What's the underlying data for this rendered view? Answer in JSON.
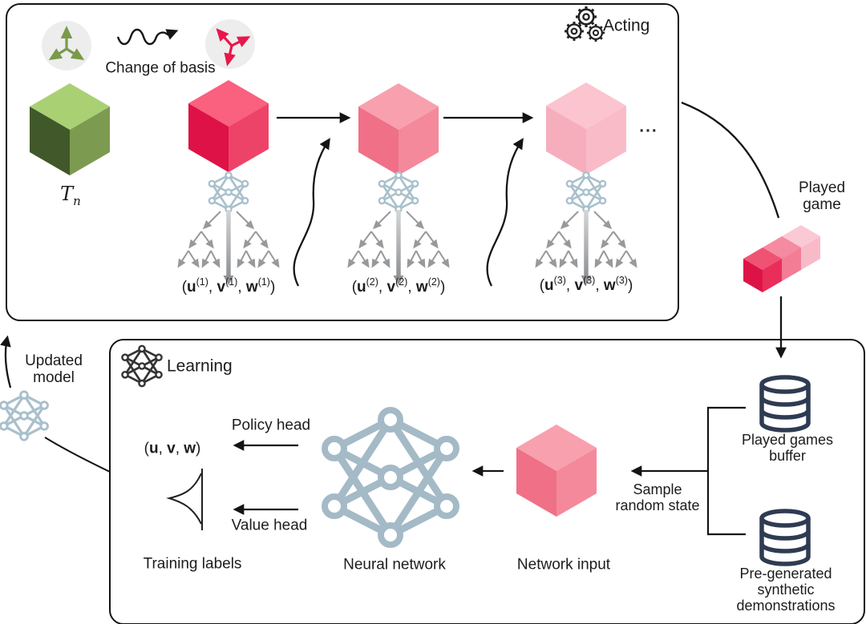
{
  "acting": {
    "title": "Acting",
    "change_of_basis": "Change of basis",
    "tensor_symbol": "T",
    "tensor_subscript": "n",
    "ellipsis": "...",
    "action_labels": [
      {
        "u": "u",
        "v": "v",
        "w": "w",
        "sup": "(1)"
      },
      {
        "u": "u",
        "v": "v",
        "w": "w",
        "sup": "(2)"
      },
      {
        "u": "u",
        "v": "v",
        "w": "w",
        "sup": "(3)"
      }
    ]
  },
  "played_game": {
    "line1": "Played",
    "line2": "game"
  },
  "learning": {
    "title": "Learning",
    "policy_head": "Policy head",
    "value_head": "Value head",
    "training_labels": "Training labels",
    "neural_network": "Neural network",
    "network_input": "Network input",
    "sample_line1": "Sample",
    "sample_line2": "random state",
    "uvw": {
      "u": "u",
      "v": "v",
      "w": "w"
    },
    "buffer_line1": "Played games",
    "buffer_line2": "buffer",
    "pregen_line1": "Pre-generated",
    "pregen_line2": "synthetic",
    "pregen_line3": "demonstrations"
  },
  "updated_model": {
    "line1": "Updated",
    "line2": "model"
  },
  "punct": {
    "open": "(",
    "comma": ", ",
    "close": ")"
  },
  "colors": {
    "cube_green": {
      "top": "#a9d173",
      "left": "#41582a",
      "right": "#7d9b50"
    },
    "cube_state1": {
      "top": "#f9617e",
      "left": "#de1247",
      "right": "#ee4368"
    },
    "cube_state2": {
      "top": "#f8a0ae",
      "left": "#ef7087",
      "right": "#f4899b"
    },
    "cube_state3": {
      "top": "#fbc4cf",
      "left": "#f6aebd",
      "right": "#f9bbc8"
    },
    "cube_input": {
      "top": "#f8a0ae",
      "left": "#ef7087",
      "right": "#f4899b"
    },
    "bar_dark": {
      "top": "#f05274",
      "left": "#dd1347",
      "right": "#e92e5a"
    },
    "bar_mid": {
      "top": "#f58ba1",
      "left": "#ee6d88",
      "right": "#f27d95"
    },
    "bar_light": {
      "top": "#fbc9d4",
      "left": "#f7a8ba",
      "right": "#f9bac8"
    },
    "nn_light": "#a9c0cc",
    "nn_big": "#a4bac6",
    "nn_dark": "#333333",
    "database": "#2e3b52",
    "tree_gray": "#97999b",
    "axes_green": "#7a9a4a",
    "axes_red": "#e8174b",
    "icon_black": "#222222"
  }
}
